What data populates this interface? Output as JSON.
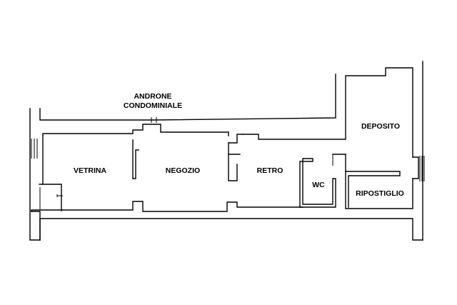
{
  "labels": {
    "androne_line1": "ANDRONE",
    "androne_line2": "CONDOMINIALE",
    "vetrina": "VETRINA",
    "negozio": "NEGOZIO",
    "retro": "RETRO",
    "wc": "WC",
    "deposito": "DEPOSITO",
    "ripostiglio": "RIPOSTIGLIO"
  },
  "colors": {
    "background": "#ffffff",
    "lines": "#000000"
  }
}
